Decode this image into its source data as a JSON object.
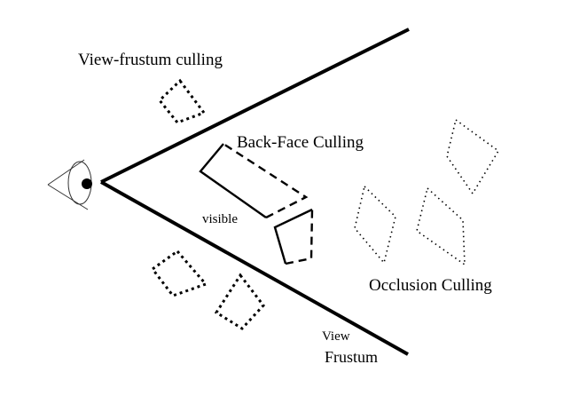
{
  "title": "Visibility culling techniques",
  "labels": {
    "view_frustum_culling": "View-frustum culling",
    "back_face_culling": "Back-Face Culling",
    "visible": "visible",
    "occlusion_culling": "Occlusion Culling",
    "view": "View",
    "frustum": "Frustum"
  },
  "objects": {
    "frustum_culled": [
      "culled object 1",
      "culled object 2",
      "culled object 3"
    ],
    "back_face": [
      "front polygon",
      "back polygon"
    ],
    "occluded": [
      "occluded object 1",
      "occluded object 2",
      "occluded object 3"
    ]
  },
  "colors": {
    "ink": "#000000",
    "background": "#ffffff"
  }
}
